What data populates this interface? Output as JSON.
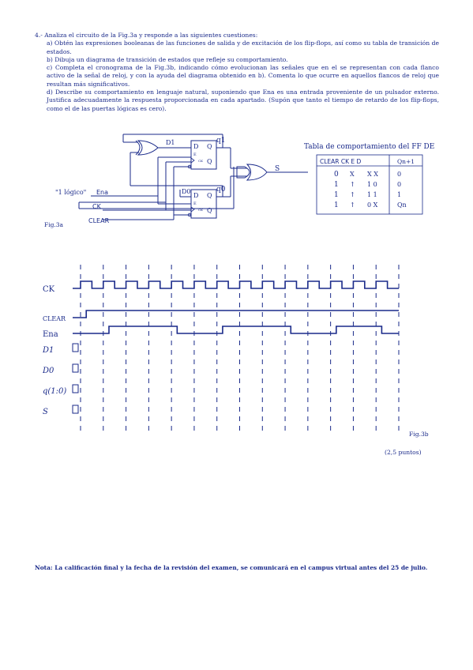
{
  "question": {
    "intro": "4.- Analiza el circuito de la Fig.3a y responde a las siguientes cuestiones:",
    "a": "a) Obtén las expresiones booleanas de las funciones de salida y de excitación de los flip-flops, así como su tabla de transición de estados.",
    "b": "b) Dibuja un diagrama de transición de estados que refleje su comportamiento.",
    "c": "c) Completa el cronograma de la Fig.3b, indicando cómo evolucionan las señales que en el se representan con cada flanco activo de la señal de reloj, y con la ayuda del diagrama obtenido en b). Comenta lo que ocurre en aquellos flancos de reloj que resultan más significativos.",
    "d": "d) Describe su comportamiento en lenguaje natural, suponiendo que Ena es una entrada proveniente de un pulsador externo. Justifica adecuadamente la respuesta proporcionada en cada apartado. (Supón que tanto el tiempo de retardo de los flip-flops, como el de las puertas lógicas es cero)."
  },
  "fig3a": {
    "label": "Fig.3a",
    "signals": {
      "one_logic": "\"1 lógico\"",
      "ena": "Ena",
      "ck": "CK",
      "clear": "CLEAR",
      "d1": "D1",
      "d0": "D0",
      "q1": "q1",
      "q0": "q0",
      "s": "S"
    },
    "ff_pins": {
      "d": "D",
      "e": "E",
      "q": "Q",
      "ck": "CK",
      "qbar": "Q",
      "clear_bar": "C"
    }
  },
  "table": {
    "title": "Tabla de comportamiento del FF DE",
    "header": [
      "CLEAR CK E D",
      "Qn+1"
    ],
    "rows": [
      [
        "0",
        "X",
        "X X",
        "0"
      ],
      [
        "1",
        "↑",
        "1 0",
        "0"
      ],
      [
        "1",
        "↑",
        "1 1",
        "1"
      ],
      [
        "1",
        "↑",
        "0 X",
        "Qn"
      ]
    ]
  },
  "fig3b": {
    "label": "Fig.3b",
    "signal_labels": [
      "CK",
      "CLEAR",
      "Ena",
      "D1",
      "D0",
      "q(1:0)",
      "S"
    ],
    "clock_cycles": 14,
    "clear_waveform": [
      0,
      1,
      1,
      1,
      1,
      1,
      1,
      1,
      1,
      1,
      1,
      1,
      1,
      1,
      1
    ],
    "ena_waveform": [
      0,
      0,
      1,
      1,
      1,
      0,
      0,
      1,
      1,
      1,
      0,
      0,
      1,
      1,
      0
    ]
  },
  "score": "(2,5 puntos)",
  "note": "Nota: La calificación final y la fecha de la revisión del examen, se comunicará en el campus virtual antes del 25 de julio."
}
